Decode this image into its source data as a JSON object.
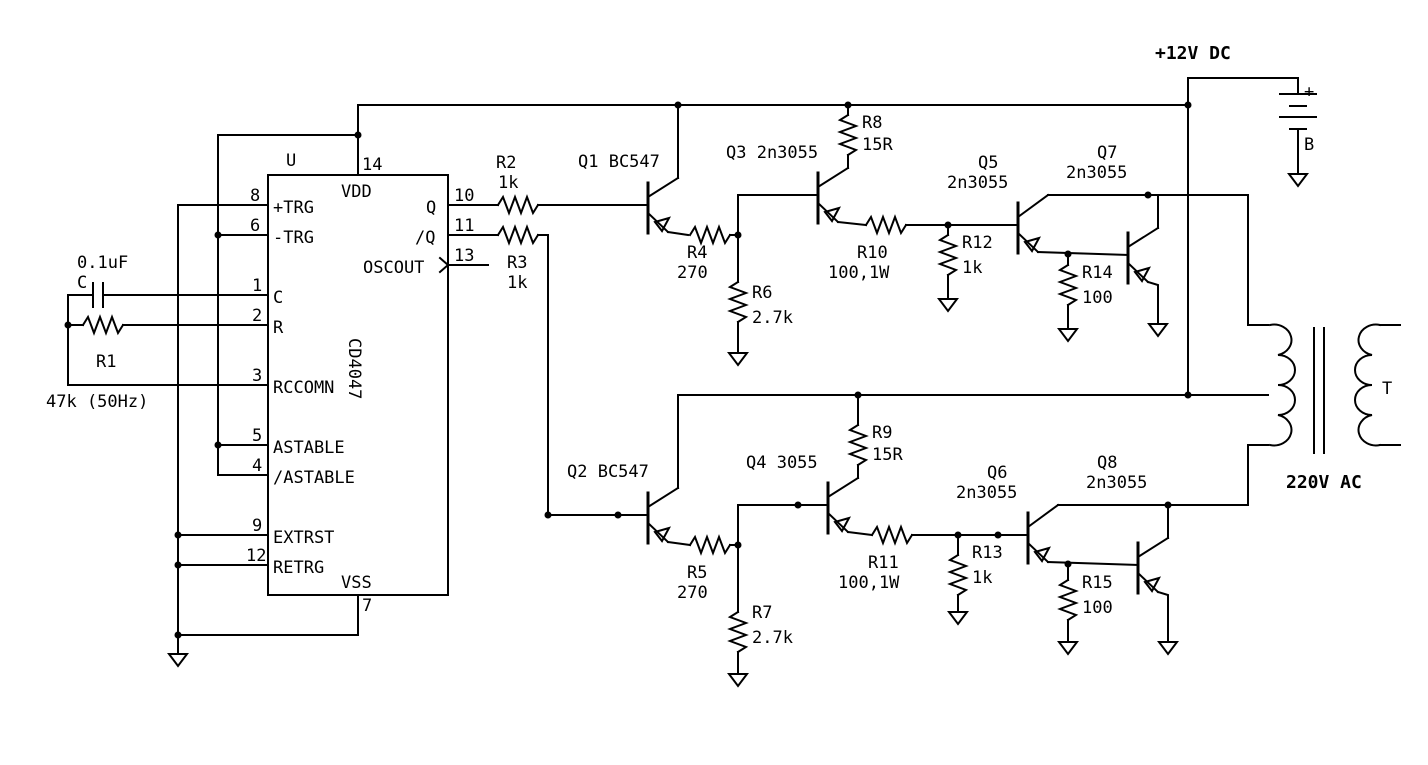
{
  "supply": {
    "label": "+12V DC",
    "battery_plus": "+",
    "battery_name": "B"
  },
  "ic": {
    "ref": "U",
    "part": "CD4047",
    "pins": [
      {
        "num": "14",
        "name": "VDD"
      },
      {
        "num": "8",
        "name": "+TRG"
      },
      {
        "num": "6",
        "name": "-TRG"
      },
      {
        "num": "1",
        "name": "C"
      },
      {
        "num": "2",
        "name": "R"
      },
      {
        "num": "3",
        "name": "RCCOMN"
      },
      {
        "num": "5",
        "name": "ASTABLE"
      },
      {
        "num": "4",
        "name": "/ASTABLE"
      },
      {
        "num": "9",
        "name": "EXTRST"
      },
      {
        "num": "12",
        "name": "RETRG"
      },
      {
        "num": "7",
        "name": "VSS"
      },
      {
        "num": "10",
        "name": "Q"
      },
      {
        "num": "11",
        "name": "/Q"
      },
      {
        "num": "13",
        "name": "OSCOUT"
      }
    ]
  },
  "timing": {
    "cap_value": "0.1uF",
    "cap_ref": "C",
    "res_ref": "R1",
    "res_value": "47k (50Hz)"
  },
  "resistors": [
    {
      "ref": "R2",
      "value": "1k"
    },
    {
      "ref": "R3",
      "value": "1k"
    },
    {
      "ref": "R4",
      "value": "270"
    },
    {
      "ref": "R5",
      "value": "270"
    },
    {
      "ref": "R6",
      "value": "2.7k"
    },
    {
      "ref": "R7",
      "value": "2.7k"
    },
    {
      "ref": "R8",
      "value": "15R"
    },
    {
      "ref": "R9",
      "value": "15R"
    },
    {
      "ref": "R10",
      "value": "100,1W"
    },
    {
      "ref": "R11",
      "value": "100,1W"
    },
    {
      "ref": "R12",
      "value": "1k"
    },
    {
      "ref": "R13",
      "value": "1k"
    },
    {
      "ref": "R14",
      "value": "100"
    },
    {
      "ref": "R15",
      "value": "100"
    }
  ],
  "transistors": [
    {
      "label": "Q1 BC547"
    },
    {
      "label": "Q2 BC547"
    },
    {
      "label": "Q3 2n3055"
    },
    {
      "label": "Q4 3055"
    },
    {
      "ref": "Q5",
      "part": "2n3055"
    },
    {
      "ref": "Q6",
      "part": "2n3055"
    },
    {
      "ref": "Q7",
      "part": "2n3055"
    },
    {
      "ref": "Q8",
      "part": "2n3055"
    }
  ],
  "transformer": {
    "ref": "T",
    "output": "220V AC"
  }
}
